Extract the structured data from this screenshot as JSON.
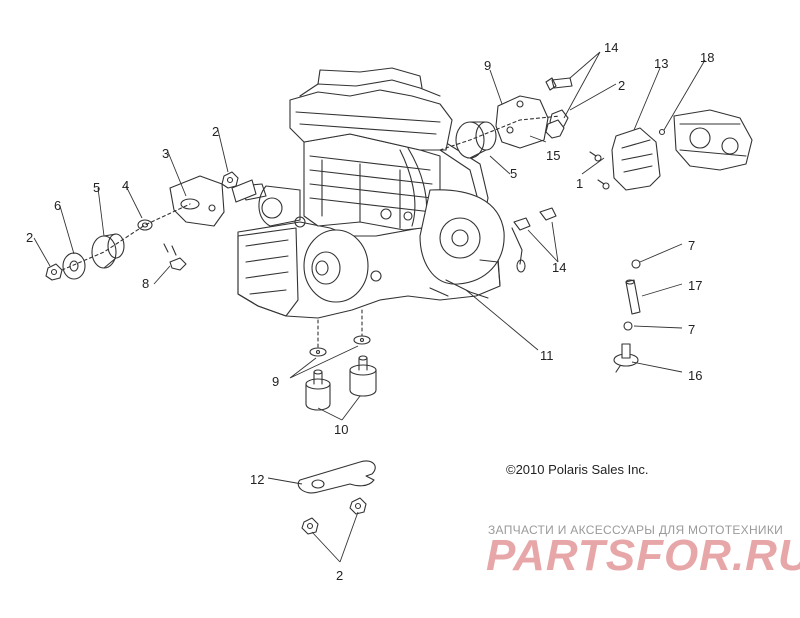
{
  "callouts": [
    {
      "id": "c-14-top",
      "label": "14"
    },
    {
      "id": "c-9-top",
      "label": "9"
    },
    {
      "id": "c-13",
      "label": "13"
    },
    {
      "id": "c-18",
      "label": "18"
    },
    {
      "id": "c-2-top",
      "label": "2"
    },
    {
      "id": "c-15",
      "label": "15"
    },
    {
      "id": "c-5-mid",
      "label": "5"
    },
    {
      "id": "c-1",
      "label": "1"
    },
    {
      "id": "c-2-left-top",
      "label": "2"
    },
    {
      "id": "c-3",
      "label": "3"
    },
    {
      "id": "c-4",
      "label": "4"
    },
    {
      "id": "c-5-left",
      "label": "5"
    },
    {
      "id": "c-6",
      "label": "6"
    },
    {
      "id": "c-2-left",
      "label": "2"
    },
    {
      "id": "c-8",
      "label": "8"
    },
    {
      "id": "c-14-mid",
      "label": "14"
    },
    {
      "id": "c-7-top",
      "label": "7"
    },
    {
      "id": "c-17",
      "label": "17"
    },
    {
      "id": "c-7-bottom",
      "label": "7"
    },
    {
      "id": "c-16",
      "label": "16"
    },
    {
      "id": "c-11",
      "label": "11"
    },
    {
      "id": "c-9-bottom",
      "label": "9"
    },
    {
      "id": "c-10",
      "label": "10"
    },
    {
      "id": "c-12",
      "label": "12"
    },
    {
      "id": "c-2-bottom",
      "label": "2"
    }
  ],
  "copyright": "©2010  Polaris Sales Inc.",
  "watermark": {
    "tagline": "ЗАПЧАСТИ И АКСЕССУАРЫ ДЛЯ МОТОТЕХНИКИ",
    "logo": "PARTSFOR.RU"
  }
}
